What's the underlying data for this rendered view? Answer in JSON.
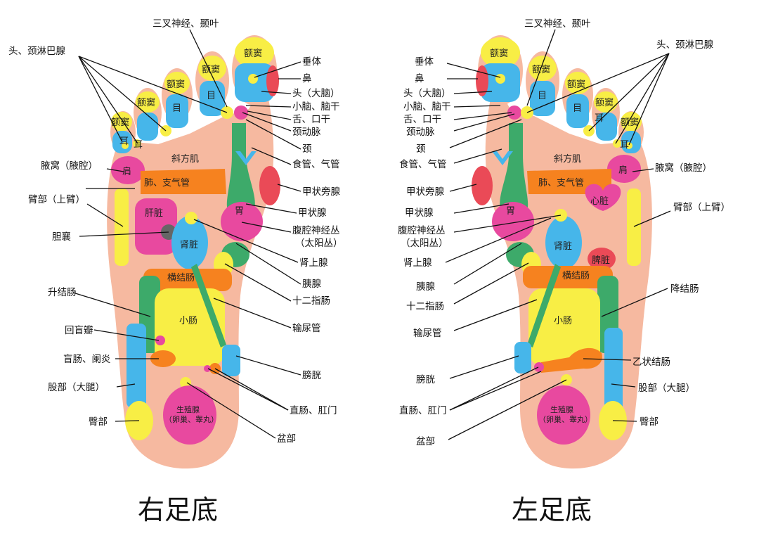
{
  "titles": {
    "right": "右足底",
    "left": "左足底"
  },
  "colors": {
    "skin": "#f6b9a0",
    "yellow": "#f8ee45",
    "blue": "#46b6ea",
    "magenta": "#e8499f",
    "green": "#3daa6a",
    "orange": "#f6821f",
    "red": "#ea4a57",
    "gray": "#666666"
  },
  "right_foot": {
    "regions": {
      "sinus": "额窦",
      "eye": "目",
      "ear": "耳",
      "trapezius": "斜方肌",
      "shoulder": "肩",
      "lung": "肺、支气管",
      "liver": "肝脏",
      "kidney": "肾脏",
      "stomach": "胃",
      "transverse_colon": "横结肠",
      "small_intestine": "小肠",
      "gonad_1": "生殖腺",
      "gonad_2": "（卵巢、睾丸）"
    },
    "labels": {
      "trigeminal": "三叉神经、颞叶",
      "lymph": "头、颈淋巴腺",
      "pituitary": "垂体",
      "nose": "鼻",
      "head": "头（大脑）",
      "cerebellum": "小脑、脑干",
      "tongue": "舌、口干",
      "carotid": "颈动脉",
      "neck": "颈",
      "esophagus": "食管、气管",
      "parathyroid": "甲状旁腺",
      "thyroid": "甲状腺",
      "celiac_1": "腹腔神经丛",
      "celiac_2": "（太阳丛）",
      "adrenal": "肾上腺",
      "pancreas": "胰腺",
      "duodenum": "十二指肠",
      "ureter": "输尿管",
      "bladder": "膀胱",
      "rectum": "直肠、肛门",
      "pelvis": "盆部",
      "axilla": "腋窝（腋腔）",
      "upper_arm": "臂部（上臂）",
      "gallbladder": "胆襄",
      "ascending_colon": "升结肠",
      "ileocecal": "回盲瓣",
      "cecum": "盲肠、阑炎",
      "thigh": "股部（大腿）",
      "hip": "臀部"
    }
  },
  "left_foot": {
    "regions": {
      "sinus": "额窦",
      "eye": "目",
      "ear": "耳",
      "trapezius": "斜方肌",
      "shoulder": "肩",
      "lung": "肺、支气管",
      "heart": "心脏",
      "stomach": "胃",
      "kidney": "肾脏",
      "spleen": "脾脏",
      "transverse_colon": "横结肠",
      "small_intestine": "小肠",
      "gonad_1": "生殖腺",
      "gonad_2": "（卵巢、睾丸）"
    },
    "labels": {
      "trigeminal": "三叉神经、颞叶",
      "lymph": "头、颈淋巴腺",
      "pituitary": "垂体",
      "nose": "鼻",
      "head": "头（大脑）",
      "cerebellum": "小脑、脑干",
      "tongue": "舌、口干",
      "carotid": "颈动脉",
      "neck": "颈",
      "esophagus": "食管、气管",
      "parathyroid": "甲状旁腺",
      "thyroid": "甲状腺",
      "celiac_1": "腹腔神经丛",
      "celiac_2": "（太阳丛）",
      "adrenal": "肾上腺",
      "pancreas": "胰腺",
      "duodenum": "十二指肠",
      "ureter": "输尿管",
      "bladder": "膀胱",
      "rectum": "直肠、肛门",
      "pelvis": "盆部",
      "axilla": "腋窝（腋腔）",
      "upper_arm": "臂部（上臂）",
      "descending_colon": "降结肠",
      "sigmoid": "乙状结肠",
      "thigh": "股部（大腿）",
      "hip": "臀部"
    }
  }
}
